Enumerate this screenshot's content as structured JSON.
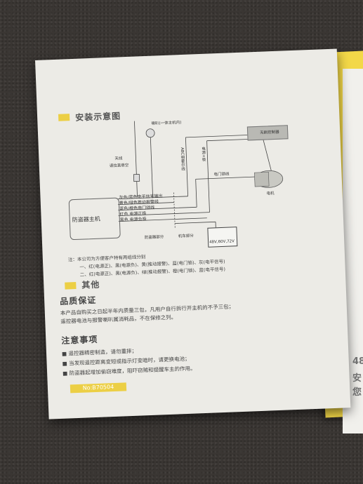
{
  "diagram": {
    "title": "安装示意图",
    "speaker": "喇叭(一体主机内)",
    "antenna": "天线",
    "antenna_note": "请拉直悬空",
    "host": "防盗器主机",
    "wires": [
      "灰色/蓝色电平信号输出",
      "黄色/绿色推动报警线",
      "蓝色/橙色电门锁线",
      "红色  电源正极",
      "黑色  电源负极"
    ],
    "abc_wire": "ABC相霍尔线",
    "power_wire": "电源+极",
    "door_lock_wire": "电门锁线",
    "motor": "电机",
    "controller": "无刷控制器",
    "battery": "48V,60V,72V",
    "alarm_part": "防盗器部分",
    "vehicle_part": "机车部分",
    "notes": [
      "注：本公司为方便客户特有两组线分别",
      "一、红(电源正)、黑(电源负)、黄(推动报警)、蓝(电门锁)、灰(电平信号)",
      "二、红(电源正)、黑(电源负)、绿(推动报警)、橙(电门锁)、蓝(电平信号)"
    ]
  },
  "other": {
    "title": "其他",
    "quality_title": "品质保证",
    "quality_lines": [
      "本产品自购买之日起半年内质量三包，凡用户自行拆行开主机的不予三包；",
      "遥控器电池与报警喇叭属消耗品，不在保修之列。"
    ],
    "notice_title": "注意事项",
    "notice_items": [
      "遥控器精密制造，请勿重摔；",
      "当发现遥控距离变短或指示灯变暗时，请更换电池；",
      "防盗器起增加偷窃难度，阻吓窃贼和提醒车主的作用。"
    ],
    "model": "No:B70504"
  },
  "edge": {
    "line1": "48",
    "line2": "安",
    "line3": "您"
  },
  "colors": {
    "accent": "#eccf45",
    "paper": "#ecebe6",
    "yellow": "#f3d848"
  }
}
